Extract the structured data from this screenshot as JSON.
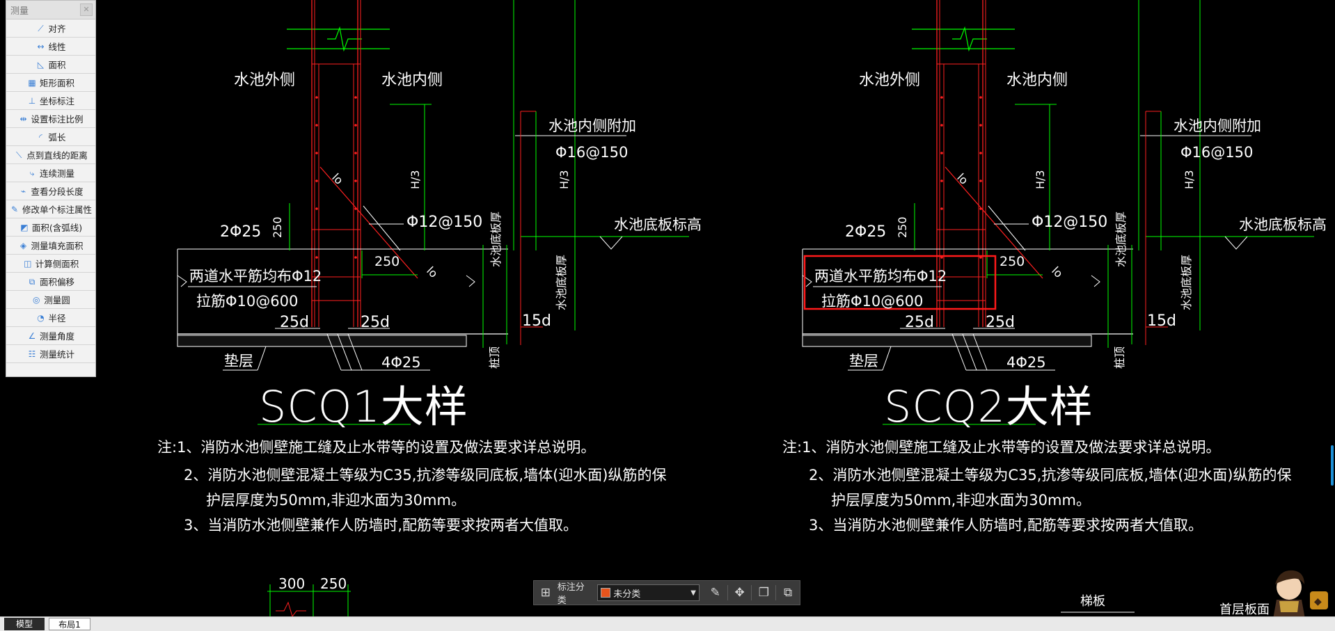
{
  "panel": {
    "title": "测量",
    "close_icon": "close-icon",
    "tools": [
      {
        "label": "对齐",
        "icon": "align-icon"
      },
      {
        "label": "线性",
        "icon": "linear-icon"
      },
      {
        "label": "面积",
        "icon": "area-icon"
      },
      {
        "label": "矩形面积",
        "icon": "rect-area-icon"
      },
      {
        "label": "坐标标注",
        "icon": "coordinate-icon"
      },
      {
        "label": "设置标注比例",
        "icon": "scale-icon"
      },
      {
        "label": "弧长",
        "icon": "arc-length-icon"
      },
      {
        "label": "点到直线的距离",
        "icon": "point-line-distance-icon"
      },
      {
        "label": "连续测量",
        "icon": "continuous-measure-icon"
      },
      {
        "label": "查看分段长度",
        "icon": "segment-length-icon"
      },
      {
        "label": "修改单个标注属性",
        "icon": "edit-annotation-icon"
      },
      {
        "label": "面积(含弧线)",
        "icon": "arc-area-icon"
      },
      {
        "label": "测量填充面积",
        "icon": "fill-area-icon"
      },
      {
        "label": "计算侧面积",
        "icon": "side-area-icon"
      },
      {
        "label": "面积偏移",
        "icon": "area-offset-icon"
      },
      {
        "label": "测量圆",
        "icon": "circle-measure-icon"
      },
      {
        "label": "半径",
        "icon": "radius-icon"
      },
      {
        "label": "测量角度",
        "icon": "angle-icon"
      },
      {
        "label": "测量统计",
        "icon": "statistics-icon"
      }
    ]
  },
  "drawing": {
    "left": {
      "outer_label": "水池外侧",
      "inner_label": "水池内侧",
      "extra_label": "水池内侧附加",
      "extra_rebar": "Φ16@150",
      "dim_h3_a": "H/3",
      "dim_h3_b": "H/3",
      "bot_elev": "水池底板标高",
      "rebar_2": "2Φ25",
      "dim_250_v": "250",
      "rebar_12": "Φ12@150",
      "dim_250_h": "250",
      "horiz_rebar": "两道水平筋均布Φ12",
      "tie_rebar": "拉筋Φ10@600",
      "la_25d_1": "25d",
      "la_25d_2": "25d",
      "la_15d": "15d",
      "cushion": "垫层",
      "rebar_4": "4Φ25",
      "slab_thk_a": "水池底板厚",
      "slab_thk_b": "水池底板厚",
      "lo_1": "lo",
      "lo_2": "lo",
      "pile": "桩顶",
      "title": "SCQ1大样"
    },
    "right": {
      "outer_label": "水池外侧",
      "inner_label": "水池内侧",
      "extra_label": "水池内侧附加",
      "extra_rebar": "Φ16@150",
      "dim_h3_a": "H/3",
      "dim_h3_b": "H/3",
      "bot_elev": "水池底板标高",
      "rebar_2": "2Φ25",
      "dim_250_v": "250",
      "rebar_12": "Φ12@150",
      "dim_250_h": "250",
      "horiz_rebar": "两道水平筋均布Φ12",
      "tie_rebar": "拉筋Φ10@600",
      "la_25d_1": "25d",
      "la_25d_2": "25d",
      "la_15d": "15d",
      "cushion": "垫层",
      "rebar_4": "4Φ25",
      "slab_thk_a": "水池底板厚",
      "slab_thk_b": "水池底板厚",
      "lo_1": "lo",
      "lo_2": "lo",
      "pile": "桩顶",
      "title": "SCQ2大样"
    },
    "notes_left": [
      "注:1、消防水池侧壁施工缝及止水带等的设置及做法要求详总说明。",
      "2、消防水池侧壁混凝土等级为C35,抗渗等级同底板,墙体(迎水面)纵筋的保",
      "护层厚度为50mm,非迎水面为30mm。",
      "3、当消防水池侧壁兼作人防墙时,配筋等要求按两者大值取。"
    ],
    "notes_right": [
      "注:1、消防水池侧壁施工缝及止水带等的设置及做法要求详总说明。",
      "2、消防水池侧壁混凝土等级为C35,抗渗等级同底板,墙体(迎水面)纵筋的保",
      "护层厚度为50mm,非迎水面为30mm。",
      "3、当消防水池侧壁兼作人防墙时,配筋等要求按两者大值取。"
    ],
    "bottom": {
      "dim_300": "300",
      "dim_250": "250",
      "stair_slab": "梯板",
      "first_floor": "首层板面"
    }
  },
  "annot_bar": {
    "grid_icon": "grid-icon",
    "label": "标注分类",
    "select_value": "未分类",
    "swatch_color": "#e8541c",
    "actions": [
      "edit-icon",
      "move-icon",
      "copy-icon",
      "paste-icon"
    ]
  },
  "tabs": {
    "model": "模型",
    "layout1": "布局1"
  },
  "colors": {
    "background": "#000000",
    "dim_green": "#00ff00",
    "wall_red": "#ff2020",
    "highlight_red": "#ff1a1a",
    "text_white": "#ffffff"
  }
}
